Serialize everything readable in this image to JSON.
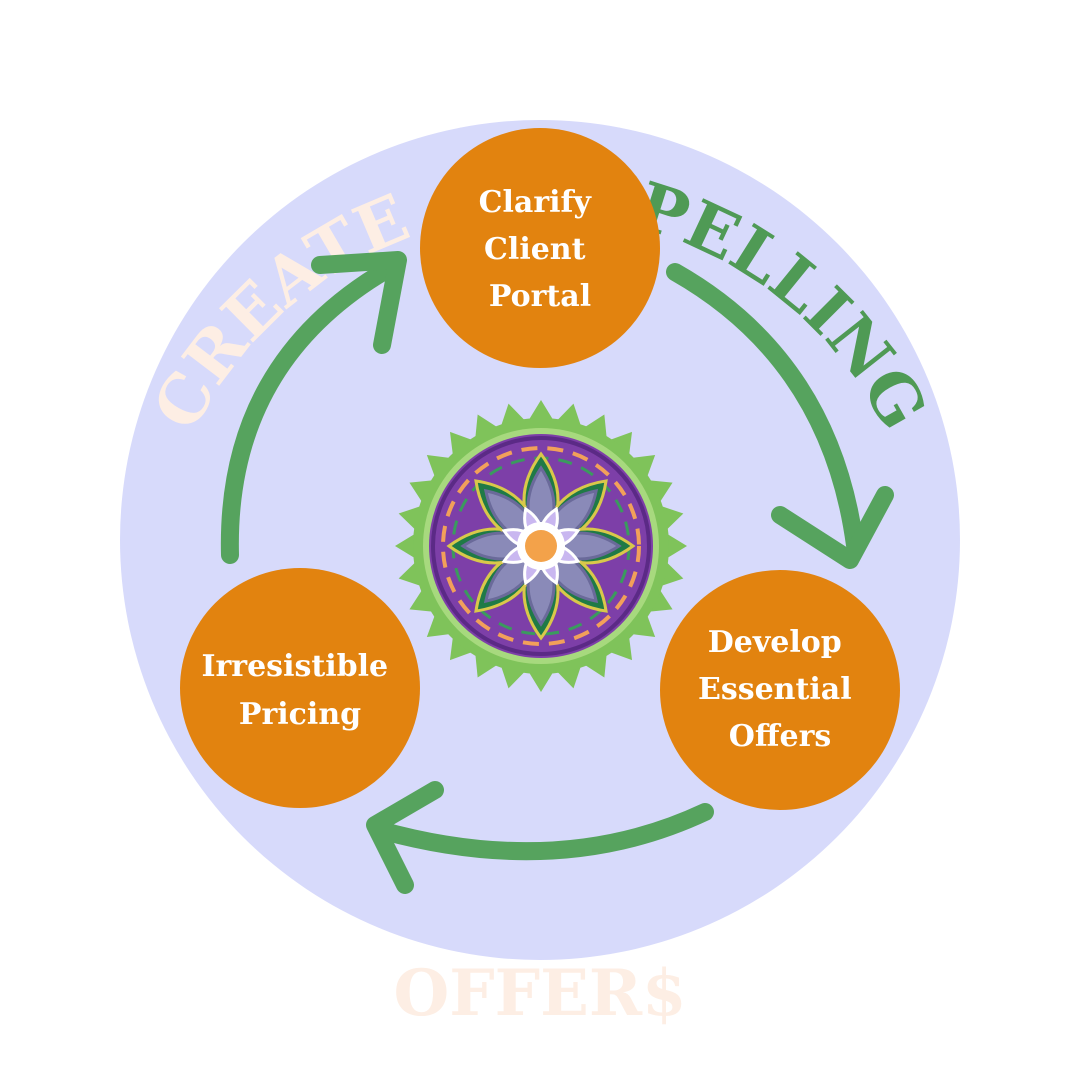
{
  "title": {
    "word_create": "CREATE",
    "word_compelling": "COMPELLING",
    "word_offers": "OFFER$"
  },
  "nodes": [
    {
      "id": "clarify",
      "lines": [
        "Clarify",
        "Client",
        "Portal"
      ]
    },
    {
      "id": "develop",
      "lines": [
        "Develop",
        "Essential",
        "Offers"
      ]
    },
    {
      "id": "pricing",
      "lines": [
        "Irresistible",
        "Pricing"
      ]
    }
  ],
  "colors": {
    "background_circle": "#d7dafb",
    "node_fill": "#e2830f",
    "node_text": "#ffffff",
    "arrow": "#56a35e",
    "title_green": "#4f9a55",
    "title_faded": "#fdeee4",
    "mandala_purple": "#7d3fa8",
    "mandala_green": "#7fc35a",
    "mandala_center": "#f3a24a"
  },
  "icons": {
    "center_emblem": "mandala-flower-icon",
    "cycle_arrows": "curved-arrow-icon"
  }
}
